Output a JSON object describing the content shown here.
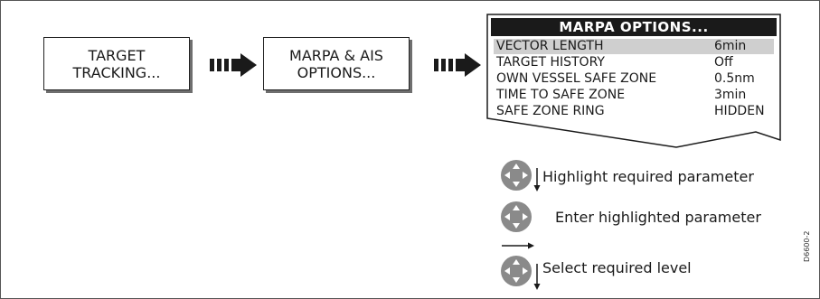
{
  "flow": {
    "step1_label": "TARGET\nTRACKING...",
    "step2_label": "MARPA & AIS\nOPTIONS..."
  },
  "menu": {
    "title": "MARPA OPTIONS...",
    "rows": [
      {
        "label": "VECTOR LENGTH",
        "value": "6min",
        "highlighted": true
      },
      {
        "label": "TARGET HISTORY",
        "value": "Off"
      },
      {
        "label": "OWN VESSEL SAFE ZONE",
        "value": "0.5nm"
      },
      {
        "label": "TIME TO SAFE ZONE",
        "value": "3min"
      },
      {
        "label": "SAFE ZONE RING",
        "value": "HIDDEN"
      }
    ]
  },
  "instructions": [
    {
      "text": "Highlight required parameter",
      "icon": "trackpad-up-down-icon"
    },
    {
      "text": "Enter highlighted parameter",
      "icon": "trackpad-right-icon"
    },
    {
      "text": "Select required level",
      "icon": "trackpad-up-down-icon"
    }
  ],
  "figure_code": "D6600-2",
  "colors": {
    "dark": "#1a1a1a",
    "highlight": "#cfcfcf",
    "shadow": "#6e6e6e",
    "trackpad_grey": "#8a8a8a"
  }
}
